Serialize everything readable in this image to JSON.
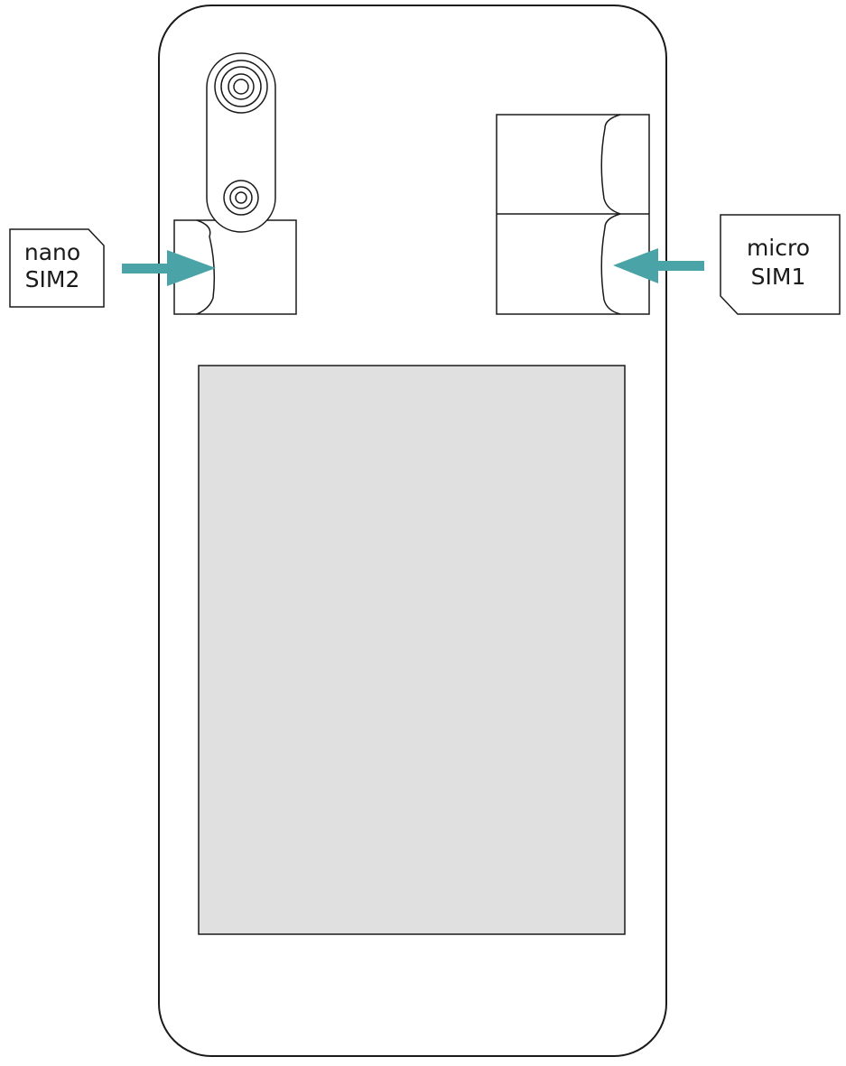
{
  "sim_cards": {
    "left": {
      "line1": "nano",
      "line2": "SIM2"
    },
    "right": {
      "line1": "micro",
      "line2": "SIM1"
    }
  },
  "colors": {
    "outline": "#1a1a1a",
    "arrow": "#4aa3a6",
    "battery_fill": "#e0e0e0",
    "background": "#ffffff"
  },
  "icons": {
    "camera_lens": "camera-lens-icon",
    "insert_arrow": "insert-arrow-icon"
  }
}
